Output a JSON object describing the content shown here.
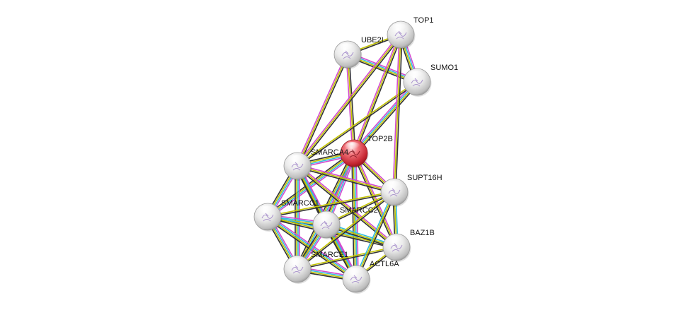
{
  "network": {
    "center_node": "TOP2B",
    "nodes": [
      {
        "id": "TOP1",
        "label": "TOP1",
        "query": false
      },
      {
        "id": "UBE2I",
        "label": "UBE2I",
        "query": false
      },
      {
        "id": "SUMO1",
        "label": "SUMO1",
        "query": false
      },
      {
        "id": "TOP2B",
        "label": "TOP2B",
        "query": true
      },
      {
        "id": "SMARCA4",
        "label": "SMARCA4",
        "query": false
      },
      {
        "id": "SUPT16H",
        "label": "SUPT16H",
        "query": false
      },
      {
        "id": "SMARCC1",
        "label": "SMARCC1",
        "query": false
      },
      {
        "id": "SMARCC2",
        "label": "SMARCC2",
        "query": false
      },
      {
        "id": "BAZ1B",
        "label": "BAZ1B",
        "query": false
      },
      {
        "id": "SMARCE1",
        "label": "SMARCE1",
        "query": false
      },
      {
        "id": "ACTL6A",
        "label": "ACTL6A",
        "query": false
      }
    ],
    "edges": [
      {
        "source": "UBE2I",
        "target": "TOP1",
        "colors": [
          "yellow",
          "black"
        ]
      },
      {
        "source": "UBE2I",
        "target": "SUMO1",
        "colors": [
          "magenta",
          "cyan",
          "yellow",
          "black"
        ]
      },
      {
        "source": "TOP1",
        "target": "SUMO1",
        "colors": [
          "magenta",
          "cyan",
          "yellow",
          "black"
        ]
      },
      {
        "source": "TOP2B",
        "target": "TOP1",
        "colors": [
          "magenta",
          "yellow",
          "black"
        ]
      },
      {
        "source": "TOP2B",
        "target": "UBE2I",
        "colors": [
          "magenta",
          "yellow",
          "black"
        ]
      },
      {
        "source": "TOP2B",
        "target": "SUMO1",
        "colors": [
          "magenta",
          "cyan",
          "yellow",
          "black"
        ]
      },
      {
        "source": "SMARCA4",
        "target": "UBE2I",
        "colors": [
          "magenta",
          "yellow",
          "black"
        ]
      },
      {
        "source": "SMARCA4",
        "target": "TOP1",
        "colors": [
          "magenta",
          "yellow",
          "black"
        ]
      },
      {
        "source": "SMARCA4",
        "target": "SUMO1",
        "colors": [
          "yellow",
          "black"
        ]
      },
      {
        "source": "SUPT16H",
        "target": "TOP1",
        "colors": [
          "magenta",
          "yellow",
          "black"
        ]
      },
      {
        "source": "TOP2B",
        "target": "SMARCA4",
        "colors": [
          "magenta",
          "cyan",
          "yellow",
          "black"
        ]
      },
      {
        "source": "TOP2B",
        "target": "SUPT16H",
        "colors": [
          "magenta",
          "yellow",
          "black"
        ]
      },
      {
        "source": "TOP2B",
        "target": "SMARCC1",
        "colors": [
          "magenta",
          "cyan",
          "yellow",
          "black"
        ]
      },
      {
        "source": "TOP2B",
        "target": "SMARCC2",
        "colors": [
          "magenta",
          "cyan",
          "yellow",
          "black"
        ]
      },
      {
        "source": "TOP2B",
        "target": "BAZ1B",
        "colors": [
          "magenta",
          "yellow",
          "black"
        ]
      },
      {
        "source": "TOP2B",
        "target": "SMARCE1",
        "colors": [
          "magenta",
          "cyan",
          "yellow",
          "black"
        ]
      },
      {
        "source": "TOP2B",
        "target": "ACTL6A",
        "colors": [
          "magenta",
          "cyan",
          "yellow",
          "black"
        ]
      },
      {
        "source": "SMARCA4",
        "target": "SMARCC1",
        "colors": [
          "magenta",
          "cyan",
          "yellow",
          "black"
        ]
      },
      {
        "source": "SMARCA4",
        "target": "SMARCC2",
        "colors": [
          "magenta",
          "cyan",
          "yellow",
          "black"
        ]
      },
      {
        "source": "SMARCA4",
        "target": "SMARCE1",
        "colors": [
          "magenta",
          "cyan",
          "yellow",
          "black"
        ]
      },
      {
        "source": "SMARCA4",
        "target": "ACTL6A",
        "colors": [
          "magenta",
          "cyan",
          "yellow",
          "black"
        ]
      },
      {
        "source": "SMARCA4",
        "target": "SUPT16H",
        "colors": [
          "magenta",
          "yellow",
          "black"
        ]
      },
      {
        "source": "SMARCA4",
        "target": "BAZ1B",
        "colors": [
          "magenta",
          "yellow",
          "black"
        ]
      },
      {
        "source": "SMARCC1",
        "target": "SMARCC2",
        "colors": [
          "magenta",
          "cyan",
          "yellow",
          "black"
        ]
      },
      {
        "source": "SMARCC1",
        "target": "SMARCE1",
        "colors": [
          "magenta",
          "cyan",
          "yellow",
          "black"
        ]
      },
      {
        "source": "SMARCC1",
        "target": "ACTL6A",
        "colors": [
          "magenta",
          "cyan",
          "yellow",
          "black"
        ]
      },
      {
        "source": "SMARCC1",
        "target": "SUPT16H",
        "colors": [
          "yellow",
          "black"
        ]
      },
      {
        "source": "SMARCC1",
        "target": "BAZ1B",
        "colors": [
          "cyan",
          "yellow",
          "black"
        ]
      },
      {
        "source": "SMARCC2",
        "target": "SMARCE1",
        "colors": [
          "magenta",
          "cyan",
          "yellow",
          "black"
        ]
      },
      {
        "source": "SMARCC2",
        "target": "ACTL6A",
        "colors": [
          "magenta",
          "cyan",
          "yellow",
          "black"
        ]
      },
      {
        "source": "SMARCC2",
        "target": "SUPT16H",
        "colors": [
          "yellow",
          "black"
        ]
      },
      {
        "source": "SMARCC2",
        "target": "BAZ1B",
        "colors": [
          "cyan",
          "yellow",
          "black"
        ]
      },
      {
        "source": "SMARCE1",
        "target": "ACTL6A",
        "colors": [
          "magenta",
          "cyan",
          "yellow",
          "black"
        ]
      },
      {
        "source": "SMARCE1",
        "target": "BAZ1B",
        "colors": [
          "yellow",
          "black"
        ]
      },
      {
        "source": "SMARCE1",
        "target": "SUPT16H",
        "colors": [
          "yellow",
          "black"
        ]
      },
      {
        "source": "ACTL6A",
        "target": "BAZ1B",
        "colors": [
          "yellow",
          "black"
        ]
      },
      {
        "source": "ACTL6A",
        "target": "SUPT16H",
        "colors": [
          "cyan",
          "yellow",
          "black"
        ]
      },
      {
        "source": "SUPT16H",
        "target": "BAZ1B",
        "colors": [
          "cyan",
          "yellow",
          "black"
        ]
      }
    ],
    "edge_colors": {
      "magenta": "#d24ccf",
      "cyan": "#33bde0",
      "yellow": "#c4c400",
      "black": "#333333"
    },
    "node_colors": {
      "query": "#d9303a",
      "default": "#c8c8c8"
    }
  }
}
